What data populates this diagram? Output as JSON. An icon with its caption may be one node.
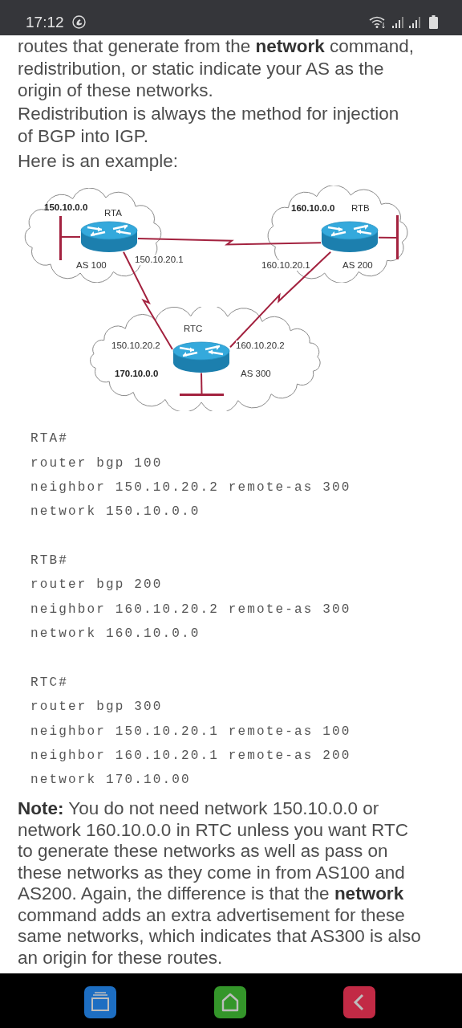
{
  "diagram": {
    "nodes": [
      {
        "text": [
          "150.10.0.0",
          "AS 100"
        ]
      },
      {
        "text": [
          "RTA"
        ],
        "in": 0,
        "beside": [
          "150.10.20.1"
        ]
      },
      {
        "text": [],
        "shape": "bar",
        "in": 0
      },
      {
        "text": [
          "160.10.0.0",
          "AS 200"
        ]
      },
      {
        "text": [
          "RTB"
        ],
        "in": 3,
        "beside": [
          "160.10.20.1"
        ]
      },
      {
        "text": [],
        "shape": "bar",
        "in": 3
      },
      {
        "text": [
          "170.10.0.0",
          "AS 300"
        ]
      },
      {
        "text": [
          "RTC"
        ],
        "in": 6,
        "beside": [
          "150.10.20.2",
          "160.10.20.2"
        ]
      },
      {
        "text": [],
        "shape": "bar",
        "in": 6
      }
    ],
    "edges": [
      {
        "from": 1,
        "to": 4,
        "arrow": "none"
      },
      {
        "from": 1,
        "to": 7,
        "arrow": "none"
      },
      {
        "from": 4,
        "to": 7,
        "arrow": "none"
      },
      {
        "from": 1,
        "to": 2,
        "arrow": "none"
      },
      {
        "from": 4,
        "to": 5,
        "arrow": "none"
      },
      {
        "from": 7,
        "to": 8,
        "arrow": "none"
      }
    ],
    "labels": [
      "17:12",
      "routes that generate from the **network** command, redistribution, or static indicate your AS as the origin of these networks.",
      "Redistribution is always the method for injection of BGP into IGP.",
      "Here is an example:",
      "RTA#",
      "router bgp 100",
      "neighbor 150.10.20.2 remote-as 300",
      "network 150.10.0.0",
      "RTB#",
      "router bgp 200",
      "neighbor 160.10.20.2 remote-as 300",
      "network 160.10.0.0",
      "RTC#",
      "router bgp 300",
      "neighbor 150.10.20.1 remote-as 100",
      "neighbor 160.10.20.1 remote-as 200",
      "network 170.10.00",
      "**Note:** You do not need network 150.10.0.0 or network 160.10.0.0 in RTC unless you want RTC to generate these networks as well as pass on these networks as they come in from AS100 and AS200. Again, the difference is that the **network** command adds an extra advertisement for these same networks, which indicates that AS300 is also an origin for these routes."
    ]
  }
}
